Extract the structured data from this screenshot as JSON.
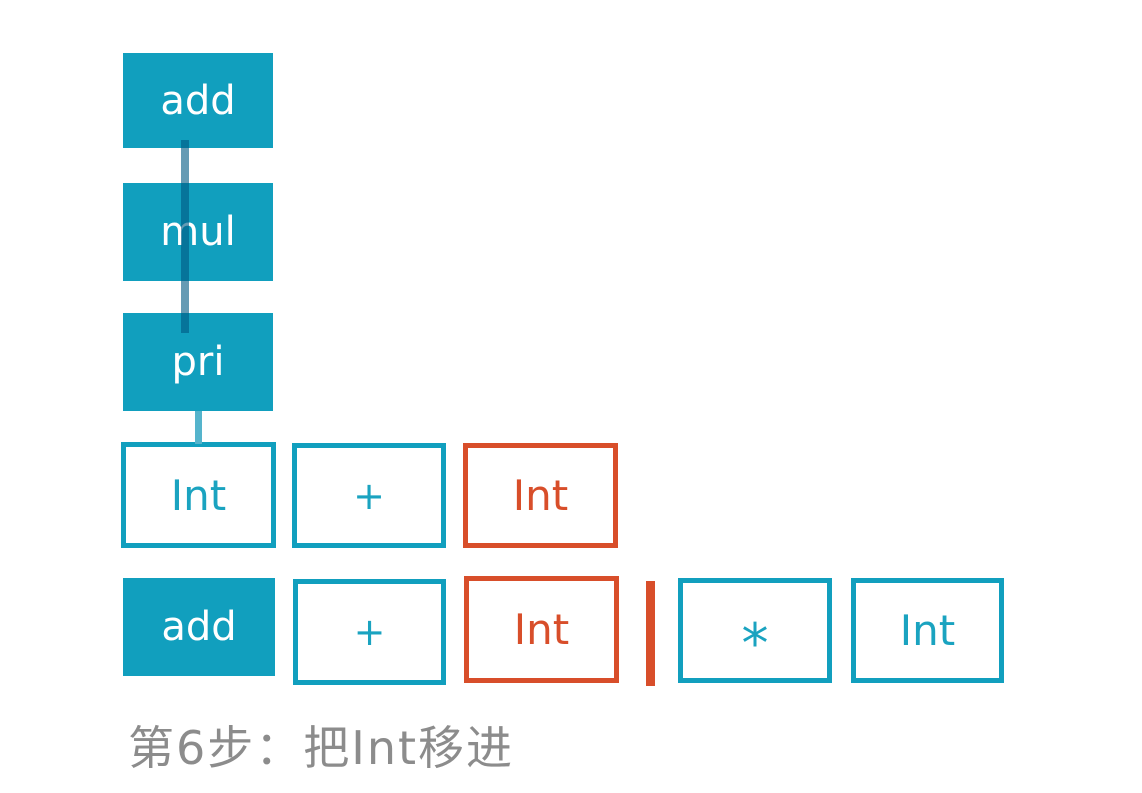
{
  "diagram": {
    "boxes": [
      {
        "label": "add",
        "variant": "filled"
      },
      {
        "label": "mul",
        "variant": "filled"
      },
      {
        "label": "pri",
        "variant": "filled"
      },
      {
        "label": "Int",
        "variant": "outline-teal"
      },
      {
        "label": "+",
        "variant": "outline-teal"
      },
      {
        "label": "Int",
        "variant": "outline-orange"
      },
      {
        "label": "add",
        "variant": "filled"
      },
      {
        "label": "+",
        "variant": "outline-teal"
      },
      {
        "label": "Int",
        "variant": "outline-orange"
      },
      {
        "label": "*",
        "variant": "outline-teal"
      },
      {
        "label": "Int",
        "variant": "outline-teal"
      }
    ],
    "caption": "第6步：把Int移进",
    "colors": {
      "teal": "#119FBE",
      "orange": "#D84E2A",
      "caption_gray": "#8C8C8C",
      "connector_steel_blue": "rgba(0,88,130,0.6)",
      "connector_teal": "#55B4CC",
      "background": "#ffffff"
    }
  }
}
